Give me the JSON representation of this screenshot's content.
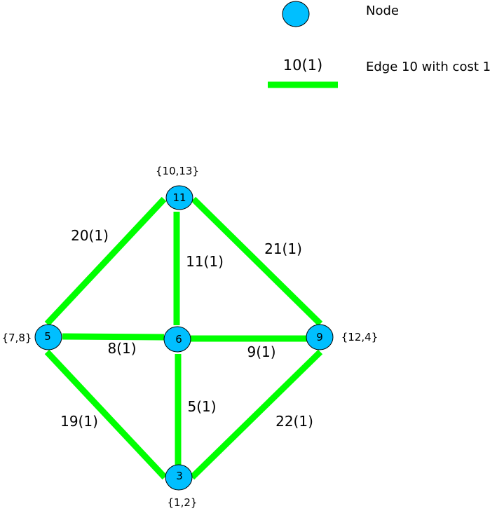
{
  "legend": {
    "node_text": "Node",
    "edge_sample_label": "10(1)",
    "edge_text": "Edge 10 with cost 1",
    "node_color": "#00bfff",
    "edge_color": "#00ff00"
  },
  "nodes": [
    {
      "id": "11",
      "label": "11",
      "set": "{10,13}"
    },
    {
      "id": "5",
      "label": "5",
      "set": "{7,8}"
    },
    {
      "id": "6",
      "label": "6",
      "set": ""
    },
    {
      "id": "9",
      "label": "9",
      "set": "{12,4}"
    },
    {
      "id": "3",
      "label": "3",
      "set": "{1,2}"
    }
  ],
  "edges": [
    {
      "id": "20",
      "from": "11",
      "to": "5",
      "label": "20(1)"
    },
    {
      "id": "11",
      "from": "11",
      "to": "6",
      "label": "11(1)"
    },
    {
      "id": "21",
      "from": "11",
      "to": "9",
      "label": "21(1)"
    },
    {
      "id": "8",
      "from": "5",
      "to": "6",
      "label": "8(1)"
    },
    {
      "id": "9",
      "from": "6",
      "to": "9",
      "label": "9(1)"
    },
    {
      "id": "19",
      "from": "5",
      "to": "3",
      "label": "19(1)"
    },
    {
      "id": "5",
      "from": "6",
      "to": "3",
      "label": "5(1)"
    },
    {
      "id": "22",
      "from": "9",
      "to": "3",
      "label": "22(1)"
    }
  ]
}
